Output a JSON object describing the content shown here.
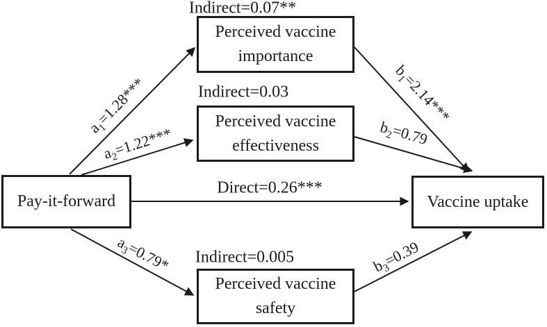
{
  "nodes": {
    "pay_it_forward": {
      "label": "Pay-it-forward"
    },
    "importance": {
      "label": "Perceived vaccine importance",
      "line1": "Perceived vaccine",
      "line2": "importance"
    },
    "effectiveness": {
      "label": "Perceived vaccine effectiveness",
      "line1": "Perceived vaccine",
      "line2": "effectiveness"
    },
    "safety": {
      "label": "Perceived vaccine safety",
      "line1": "Perceived vaccine",
      "line2": "safety"
    },
    "vaccine_uptake": {
      "label": "Vaccine uptake"
    }
  },
  "effects": {
    "indirect_importance": "Indirect=0.07**",
    "indirect_effectiveness": "Indirect=0.03",
    "indirect_safety": "Indirect=0.005",
    "direct": "Direct=0.26***"
  },
  "paths": {
    "a1": {
      "var": "a",
      "sub": "1",
      "tail": "=1.28***"
    },
    "a2": {
      "var": "a",
      "sub": "2",
      "tail": "=1.22***"
    },
    "a3": {
      "var": "a",
      "sub": "3",
      "tail": "=0.79*"
    },
    "b1": {
      "var": "b",
      "sub": "1",
      "tail": "=2.14***"
    },
    "b2": {
      "var": "b",
      "sub": "2",
      "tail": "=0.79"
    },
    "b3": {
      "var": "b",
      "sub": "3",
      "tail": "=0.39"
    }
  },
  "colors": {
    "ink": "#1b1b1b",
    "background": "#ffffff"
  }
}
